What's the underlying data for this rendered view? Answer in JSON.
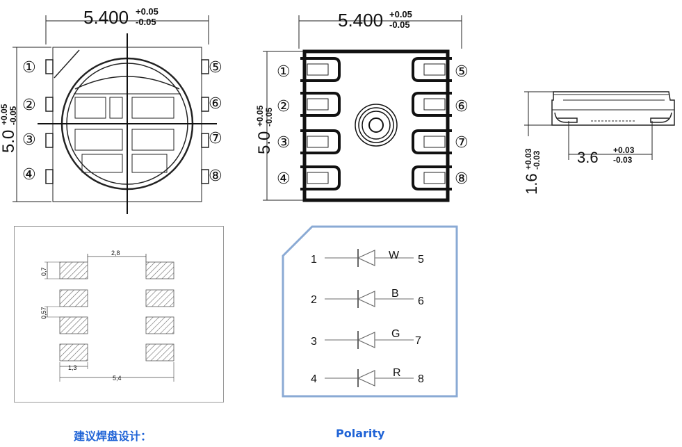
{
  "top_view": {
    "width_main": "5.400",
    "width_plus": "+0.05",
    "width_minus": "-0.05",
    "height_main": "5.0",
    "height_plus": "+0.05",
    "height_minus": "-0.05",
    "pins_left": [
      "①",
      "②",
      "③",
      "④"
    ],
    "pins_right": [
      "⑤",
      "⑥",
      "⑦",
      "⑧"
    ]
  },
  "bottom_view": {
    "width_main": "5.400",
    "width_plus": "+0.05",
    "width_minus": "-0.05",
    "height_main": "5.0",
    "height_plus": "+0.05",
    "height_minus": "-0.05",
    "pins_left": [
      "①",
      "②",
      "③",
      "④"
    ],
    "pins_right": [
      "⑤",
      "⑥",
      "⑦",
      "⑧"
    ]
  },
  "side_view": {
    "height_main": "1.6",
    "height_plus": "+0.03",
    "height_minus": "-0.03",
    "width_main": "3.6",
    "width_plus": "+0.03",
    "width_minus": "-0.03"
  },
  "pad_layout": {
    "dim_pitch_top": "2,8",
    "dim_pad_h": "0,7",
    "dim_gap": "0,57",
    "dim_pad_w": "1,3",
    "dim_total": "5,4"
  },
  "polarity": {
    "rows": [
      {
        "left": "1",
        "color": "W",
        "right": "5"
      },
      {
        "left": "2",
        "color": "B",
        "right": "6"
      },
      {
        "left": "3",
        "color": "G",
        "right": "7"
      },
      {
        "left": "4",
        "color": "R",
        "right": "8"
      }
    ],
    "border_color": "#8aaad4"
  },
  "captions": {
    "pad_design": "建议焊盘设计：",
    "polarity": "Polarity"
  }
}
